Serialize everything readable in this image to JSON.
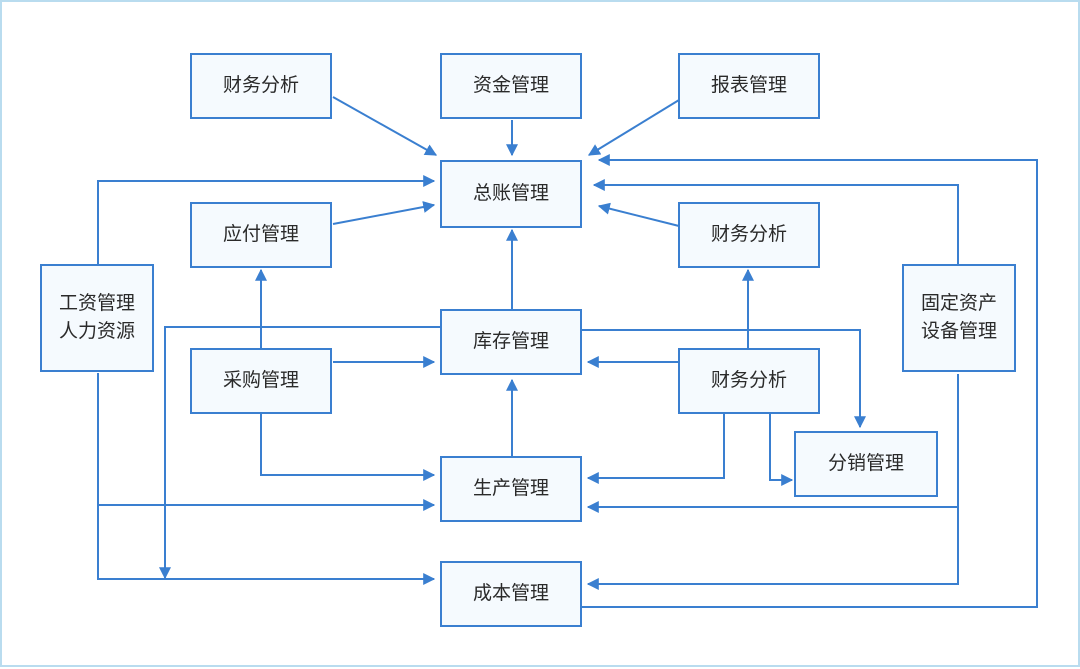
{
  "colors": {
    "stroke": "#3a7fd0",
    "node_fill": "#f5fafe",
    "frame": "#b9dcef",
    "text": "#2a2a2a"
  },
  "nodes": {
    "finance_analysis_top": "财务分析",
    "fund_management": "资金管理",
    "report_management": "报表管理",
    "general_ledger": "总账管理",
    "payables": "应付管理",
    "finance_analysis_right": "财务分析",
    "hr": "工资管理\n人力资源",
    "fixed_assets": "固定资产\n设备管理",
    "inventory": "库存管理",
    "purchasing": "采购管理",
    "finance_analysis_mid": "财务分析",
    "distribution": "分销管理",
    "production": "生产管理",
    "cost": "成本管理"
  }
}
